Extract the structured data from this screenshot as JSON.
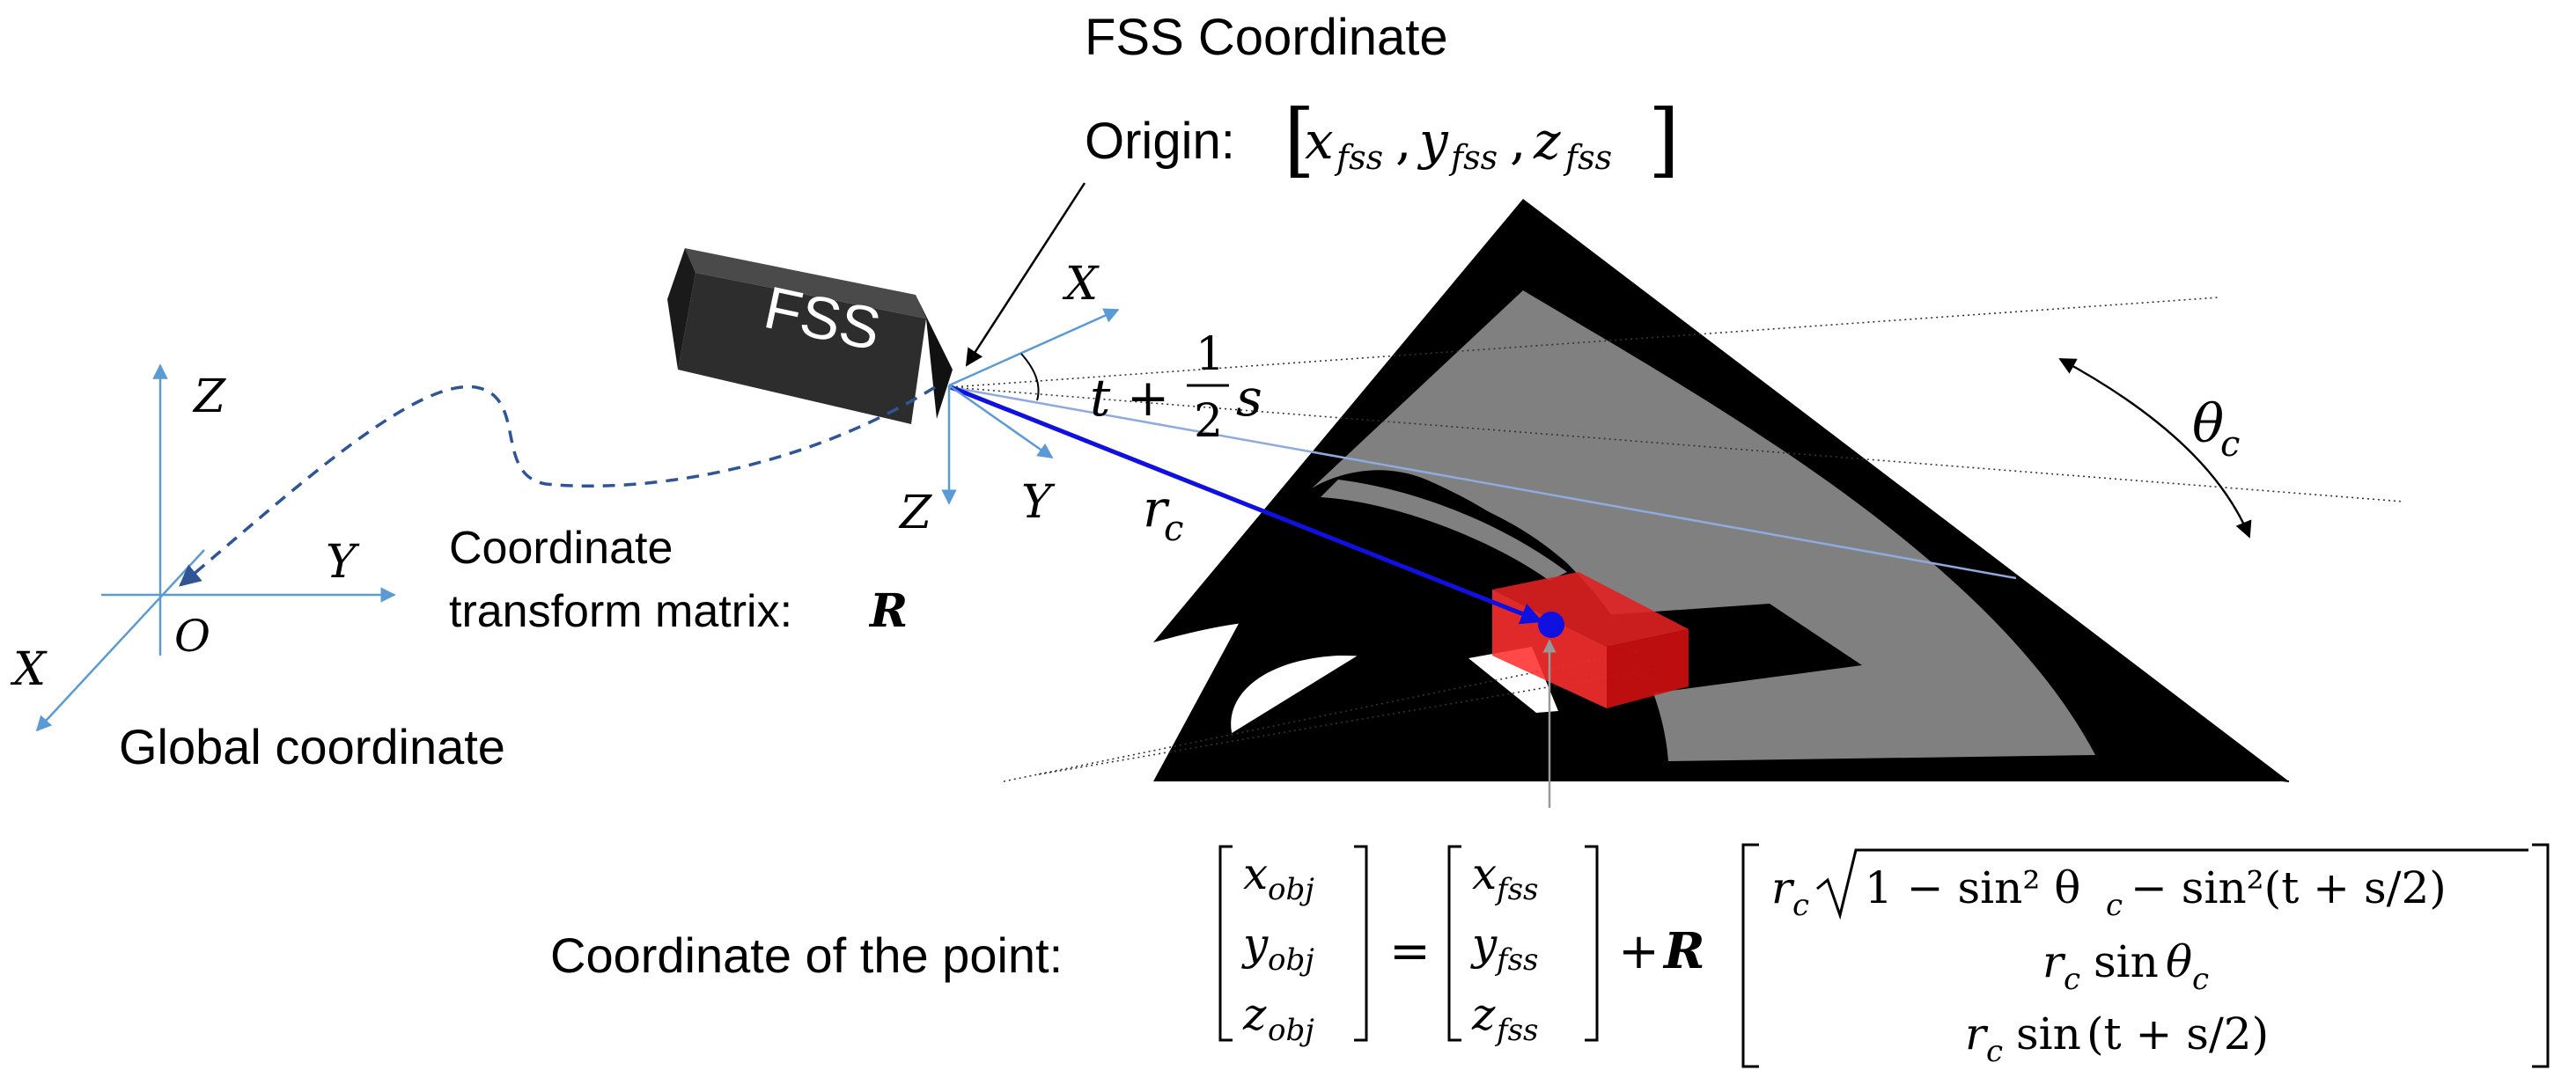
{
  "labels": {
    "fss_coordinate": "FSS Coordinate",
    "origin_prefix": "Origin:",
    "fss_box": "FSS",
    "coord_transform_line1": "Coordinate",
    "coord_transform_line2": "transform matrix:",
    "matrix_symbol": "R",
    "global_coordinate": "Global coordinate",
    "point_coordinate": "Coordinate of the point:"
  },
  "math": {
    "x": "x",
    "y": "y",
    "z": "z",
    "sub_fss": "fss",
    "sub_obj": "obj",
    "comma": ",",
    "bracket_open": "[",
    "bracket_close": "]",
    "axis_X": "X",
    "axis_Y": "Y",
    "axis_Z": "Z",
    "origin_O": "O",
    "t_plus": "t +",
    "frac_num": "1",
    "frac_den": "2",
    "s": "s",
    "r": "r",
    "sub_c": "c",
    "theta": "θ",
    "equals": "=",
    "plus": "+",
    "sqrt_body": "1 − sin² θ",
    "minus_sin2": " − sin²(t + s/2)",
    "sin": "sin",
    "sin_theta": "θ",
    "sin_t_s": "(t + s/2)"
  },
  "colors": {
    "axis_blue": "#5b9bd5",
    "ray_blue": "#1010e0",
    "sector_black": "#000000",
    "sector_gray": "#808080",
    "object_red": "#ff2020",
    "fss_box": "#2d2d2d"
  }
}
